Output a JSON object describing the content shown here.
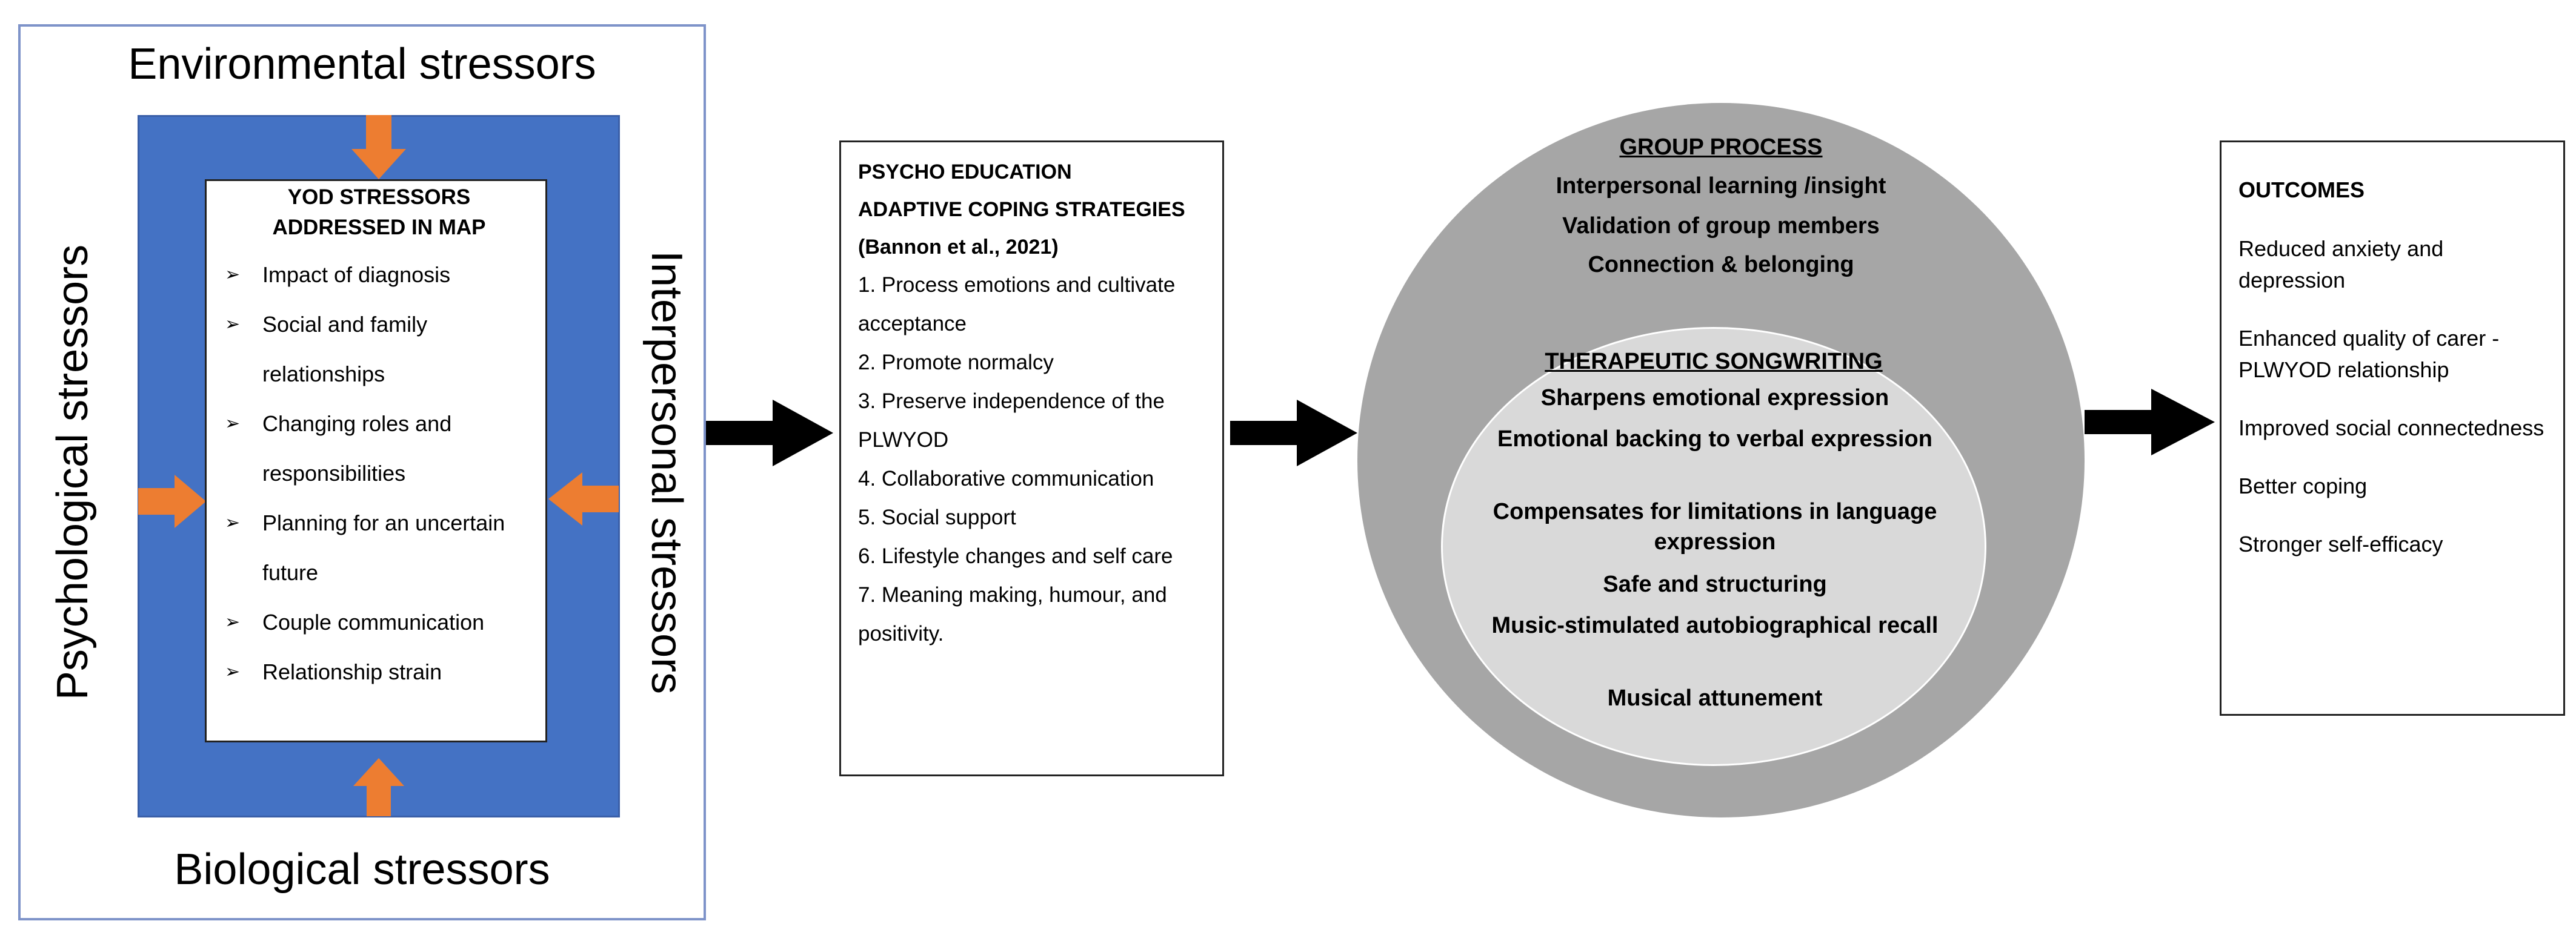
{
  "stressors": {
    "environmental": "Environmental stressors",
    "biological": "Biological stressors",
    "psychological": "Psychological stressors",
    "interpersonal": "Interpersonal stressors"
  },
  "yod_box": {
    "title_line1": "YOD STRESSORS",
    "title_line2": "ADDRESSED IN MAP",
    "items": [
      "Impact of diagnosis",
      "Social and family relationships",
      "Changing roles and responsibilities",
      "Planning for an uncertain future",
      "Couple communication",
      "Relationship strain"
    ]
  },
  "psycho_education": {
    "heading1": "PSYCHO EDUCATION",
    "heading2": "ADAPTIVE COPING STRATEGIES (Bannon et al., 2021)",
    "items": [
      "1. Process emotions and cultivate acceptance",
      "2. Promote normalcy",
      "3. Preserve independence of the PLWYOD",
      "4. Collaborative communication",
      "5. Social support",
      "6. Lifestyle changes and self care",
      "7. Meaning making, humour, and positivity."
    ]
  },
  "group_process": {
    "title": "GROUP PROCESS",
    "items": [
      "Interpersonal learning /insight",
      "Validation of group members",
      "Connection & belonging"
    ]
  },
  "songwriting": {
    "title": "THERAPEUTIC SONGWRITING",
    "items": [
      "Sharpens emotional expression",
      "Emotional backing to verbal expression",
      "Compensates for limitations in language expression",
      "Safe and structuring",
      "Music-stimulated autobiographical recall",
      "Musical attunement"
    ]
  },
  "outcomes": {
    "title": "OUTCOMES",
    "items": [
      "Reduced anxiety and depression",
      "Enhanced quality of carer - PLWYOD relationship",
      "Improved social connectedness",
      "Better coping",
      "Stronger self-efficacy"
    ]
  },
  "colors": {
    "blue_box": "#4472c4",
    "orange_arrow": "#ed7d31",
    "outer_circle": "#a6a6a6",
    "inner_circle": "#d9d9d9"
  }
}
